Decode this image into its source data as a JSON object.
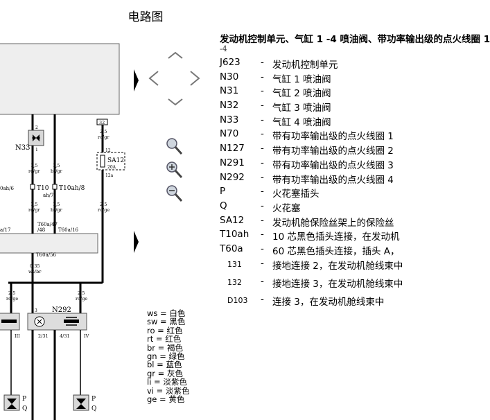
{
  "page_title": "电路图",
  "legend_header": "发动机控制单元、气缸 1 -4 喷油阀、带功率输出级的点火线圈 1",
  "legend_header_cont": "-4",
  "legend": [
    {
      "code": "J623",
      "desc": "发动机控制单元"
    },
    {
      "code": "N30",
      "desc": "气缸 1 喷油阀"
    },
    {
      "code": "N31",
      "desc": "气缸 2 喷油阀"
    },
    {
      "code": "N32",
      "desc": "气缸 3 喷油阀"
    },
    {
      "code": "N33",
      "desc": "气缸 4 喷油阀"
    },
    {
      "code": "N70",
      "desc": "带有功率输出级的点火线圈 1"
    },
    {
      "code": "N127",
      "desc": "带有功率输出级的点火线圈 2"
    },
    {
      "code": "N291",
      "desc": "带有功率输出级的点火线圈 3"
    },
    {
      "code": "N292",
      "desc": "带有功率输出级的点火线圈 4"
    },
    {
      "code": "P",
      "desc": "火花塞插头"
    },
    {
      "code": "Q",
      "desc": "火花塞"
    },
    {
      "code": "SA12",
      "desc": "发动机舱保险丝架上的保险丝"
    },
    {
      "code": "T10ah",
      "desc": "10 芯黑色插头连接，在发动机"
    },
    {
      "code": "T60a",
      "desc": "60 芯黑色插头连接，插头 A，"
    },
    {
      "code": "131",
      "desc": "接地连接 2，在发动机舱线束中"
    },
    {
      "code": "132",
      "desc": "接地连接 3，在发动机舱线束中"
    },
    {
      "code": "D103",
      "desc": "连接 3，在发动机舱线束中"
    }
  ],
  "color_codes": [
    {
      "abbr": "ws",
      "name": "白色"
    },
    {
      "abbr": "sw",
      "name": "黑色"
    },
    {
      "abbr": "ro",
      "name": "红色"
    },
    {
      "abbr": "rt",
      "name": "红色"
    },
    {
      "abbr": "br",
      "name": "褐色"
    },
    {
      "abbr": "gn",
      "name": "绿色"
    },
    {
      "abbr": "bl",
      "name": "蓝色"
    },
    {
      "abbr": "gr",
      "name": "灰色"
    },
    {
      "abbr": "li",
      "name": "淡紫色"
    },
    {
      "abbr": "vi",
      "name": "淡紫色"
    },
    {
      "abbr": "ge",
      "name": "黄色"
    }
  ],
  "diagram": {
    "n33": "N33",
    "sa12": "SA12",
    "sa12_rating": "20A",
    "pin_32": "32",
    "t10_left": "T10",
    "t10_left_sub": "ah/7",
    "t10_right": "T10ah/8",
    "t10_far_left": "0ah/6",
    "n292": "N292",
    "t60_47": "T60a/47",
    "t60_48": "/48",
    "t60_16": "T60a/16",
    "t60_17": "a/17",
    "t60_56": "T60a/56",
    "w_25": "2,5",
    "w_15": "1,5",
    "w_035": "0,35",
    "ro_gr": "ro/gr",
    "br_gr": "br/gr",
    "ro_ge": "ro/ge",
    "ws_br": "ws/br",
    "pin_2": "2",
    "pin_1": "1",
    "pin_12": "12",
    "pin_12a": "12a",
    "pin_3": "3",
    "pin_2_31": "2/31",
    "pin_4_31": "4/31",
    "pin_IV": "IV",
    "pin_III": "III",
    "p": "P",
    "q": "Q"
  }
}
